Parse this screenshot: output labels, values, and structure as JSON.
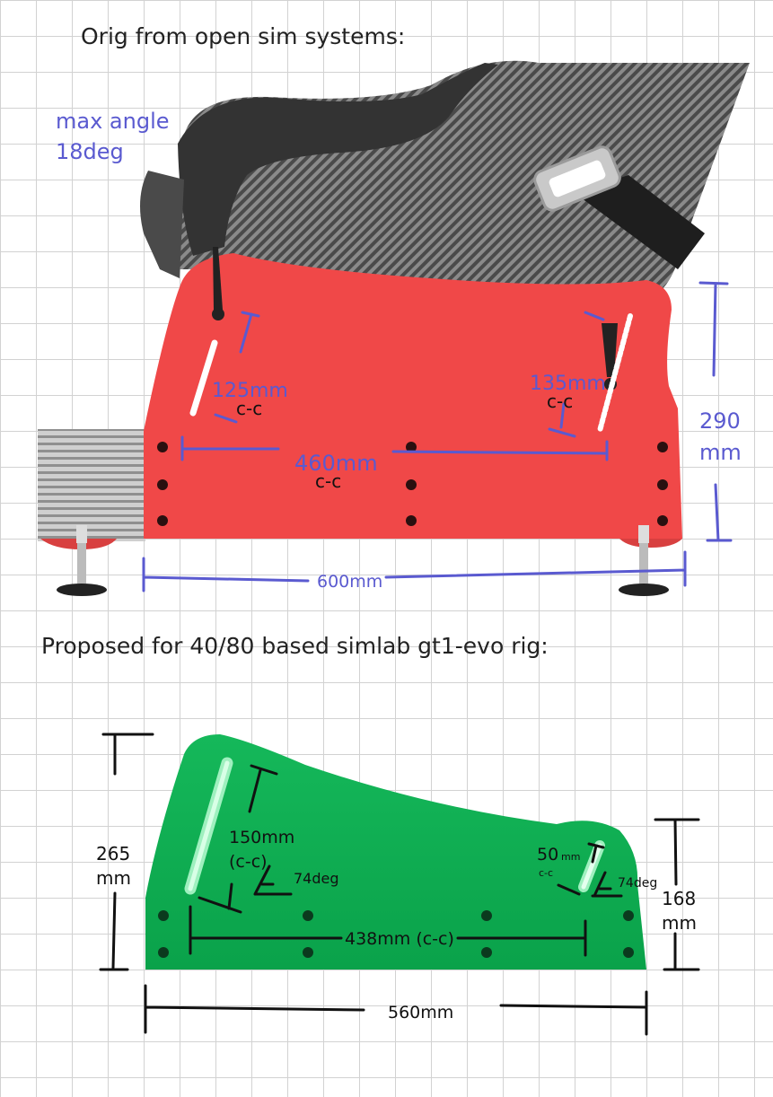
{
  "top": {
    "heading": "Orig from open sim systems:",
    "max_angle_line1": "max angle",
    "max_angle_line2": "18deg",
    "dim_front_slot": "125mm",
    "dim_front_slot_cc": "c-c",
    "dim_rear_slot": "135mm",
    "dim_rear_slot_cc": "c-c",
    "dim_spacing": "460mm",
    "dim_spacing_cc": "c-c",
    "dim_height_value": "290",
    "dim_height_unit": "mm",
    "dim_length": "600mm"
  },
  "bottom": {
    "heading": "Proposed for 40/80 based simlab gt1-evo rig:",
    "dim_height_value": "265",
    "dim_height_unit": "mm",
    "dim_front_slot_line1": "150mm",
    "dim_front_slot_line2": "(c-c)",
    "front_angle": "74deg",
    "dim_rear_slot_value": "50",
    "dim_rear_slot_unit": "mm",
    "dim_rear_slot_cc": "c-c",
    "rear_angle": "74deg",
    "dim_rear_height_value": "168",
    "dim_rear_height_unit": "mm",
    "dim_spacing": "438mm (c-c)",
    "dim_length": "560mm"
  },
  "colors": {
    "red_bracket": "#f04848",
    "green_bracket": "#0fae4f",
    "annotation_blue": "#5a5ad0",
    "annotation_black": "#111111",
    "seat_dark": "#3a3a3a"
  }
}
